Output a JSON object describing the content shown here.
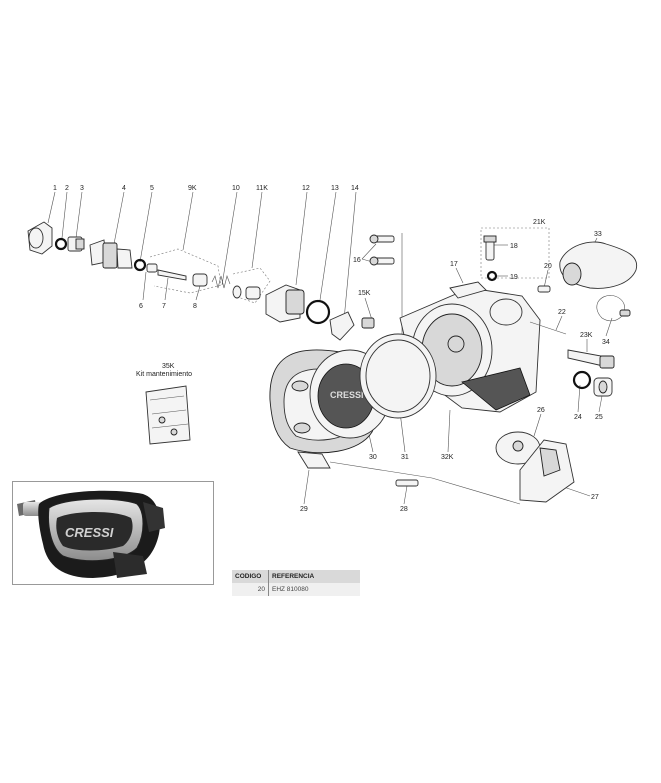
{
  "callouts": {
    "p1": "1",
    "p2": "2",
    "p3": "3",
    "p4": "4",
    "p5": "5",
    "p6": "6",
    "p7": "7",
    "p8": "8",
    "p9k": "9K",
    "p10": "10",
    "p11k": "11K",
    "p12": "12",
    "p13": "13",
    "p14": "14",
    "p15k": "15K",
    "p16": "16",
    "p17": "17",
    "p18": "18",
    "p19": "19",
    "p20": "20",
    "p21k": "21K",
    "p22": "22",
    "p23k": "23K",
    "p24": "24",
    "p25": "25",
    "p26": "26",
    "p27": "27",
    "p28": "28",
    "p29": "29",
    "p30": "30",
    "p31": "31",
    "p32k": "32K",
    "p33": "33",
    "p34": "34",
    "p35k": "35K"
  },
  "kit_label": "Kit mantenimiento",
  "brand": {
    "logo_text": "CRESSI"
  },
  "table": {
    "headers": [
      "CODIGO",
      "REFERENCIA"
    ],
    "rows": [
      [
        "20",
        "EHZ 810080"
      ]
    ]
  }
}
